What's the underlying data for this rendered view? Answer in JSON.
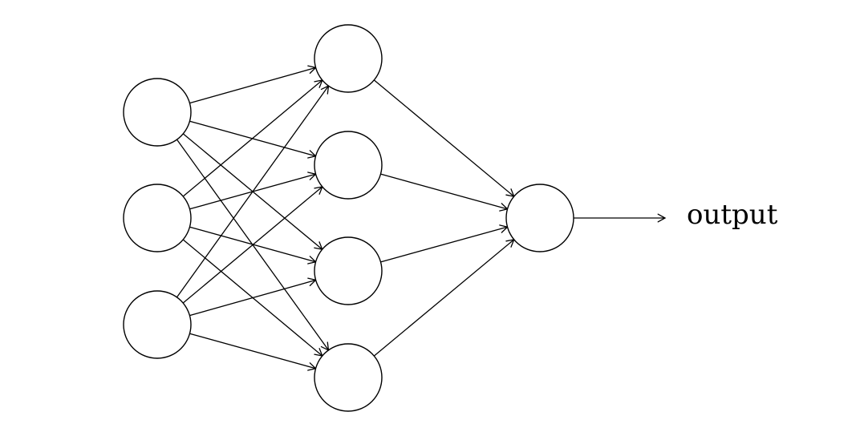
{
  "diagram": {
    "layers": [
      {
        "role": "input",
        "node_count": 3
      },
      {
        "role": "hidden",
        "node_count": 4
      },
      {
        "role": "output",
        "node_count": 1
      }
    ],
    "connectivity": "fully-connected",
    "output_label": "output",
    "colors": {
      "stroke": "#000000",
      "node_fill": "#ffffff",
      "background": "#ffffff"
    }
  }
}
